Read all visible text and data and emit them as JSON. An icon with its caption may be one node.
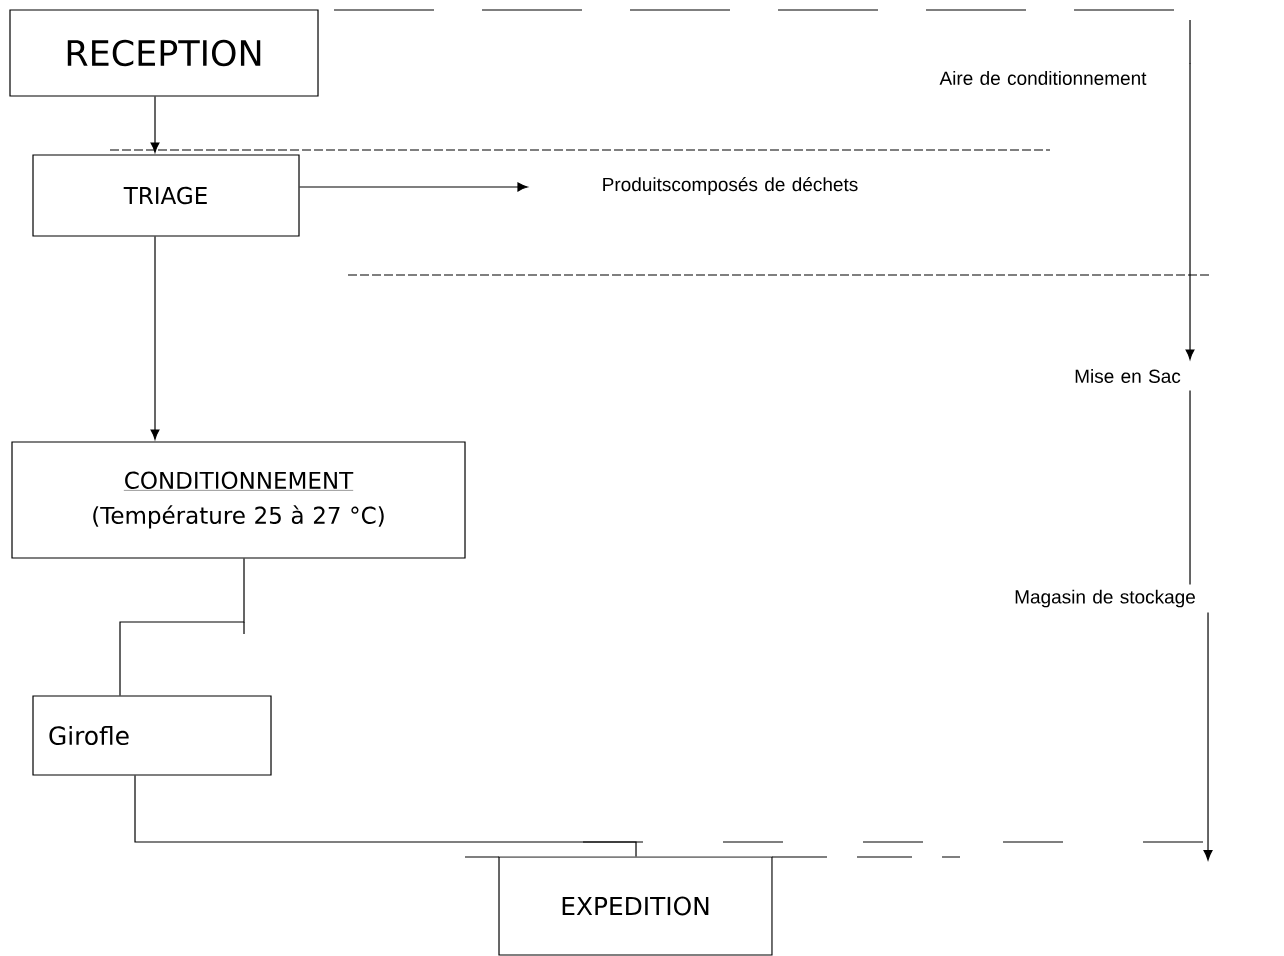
{
  "diagram": {
    "nodes": [
      {
        "text": [
          "RECEPTION"
        ]
      },
      {
        "text": [
          "TRIAGE"
        ]
      },
      {
        "text": [
          "Produitscomposés de déchets"
        ]
      },
      {
        "text": [
          "CONDITIONNEMENT",
          "(Température 25 à 27 °C)"
        ]
      },
      {
        "text": [
          "Girofle"
        ]
      },
      {
        "text": [
          "EXPEDITION"
        ]
      },
      {
        "text": [
          "Aire de conditionnement"
        ]
      },
      {
        "text": [
          "Mise en Sac"
        ]
      },
      {
        "text": [
          "Magasin de stockage"
        ]
      }
    ],
    "edges": [
      {
        "from": 0,
        "to": 1,
        "arrow": "to"
      },
      {
        "from": 1,
        "to": 2,
        "arrow": "to"
      },
      {
        "from": 1,
        "to": 3,
        "arrow": "to"
      },
      {
        "from": 3,
        "to": 4,
        "arrow": "none"
      },
      {
        "from": 4,
        "to": 5,
        "arrow": "none"
      },
      {
        "from": 6,
        "to": 7,
        "arrow": "to"
      },
      {
        "from": 7,
        "to": 8,
        "arrow": "none"
      },
      {
        "from": 8,
        "to": null,
        "arrow": "to"
      }
    ]
  }
}
